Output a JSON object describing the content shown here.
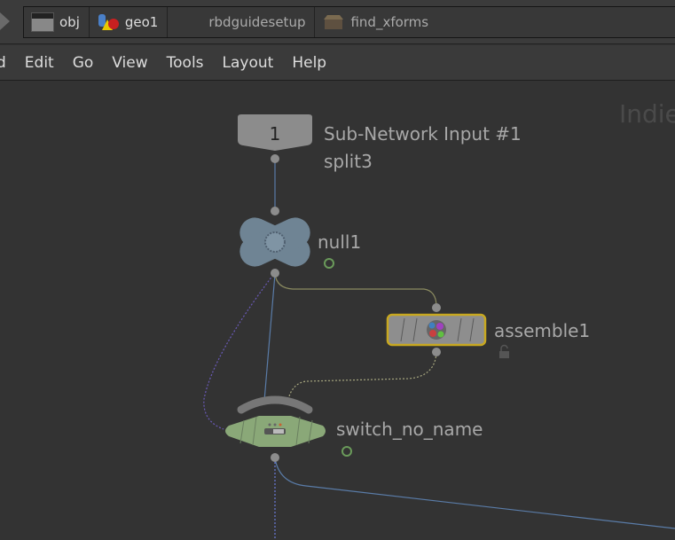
{
  "breadcrumbs": [
    {
      "label": "obj",
      "icon": "clapboard-icon"
    },
    {
      "label": "geo1",
      "icon": "geo-shapes-icon"
    },
    {
      "label": "rbdguidesetup",
      "icon": ""
    },
    {
      "label": "find_xforms",
      "icon": "box-icon"
    }
  ],
  "menu": [
    "d",
    "Edit",
    "Go",
    "View",
    "Tools",
    "Layout",
    "Help"
  ],
  "watermark": "Indie",
  "nodes": {
    "subnet_input": {
      "number": "1",
      "label": "Sub-Network Input #1",
      "sublabel": "split3"
    },
    "null1": {
      "label": "null1"
    },
    "assemble1": {
      "label": "assemble1"
    },
    "switch": {
      "label": "switch_no_name"
    }
  },
  "colors": {
    "background": "#333333",
    "switch_node": "#8aa878",
    "null_node": "#6f8494",
    "selected_outline": "#c8a820"
  }
}
